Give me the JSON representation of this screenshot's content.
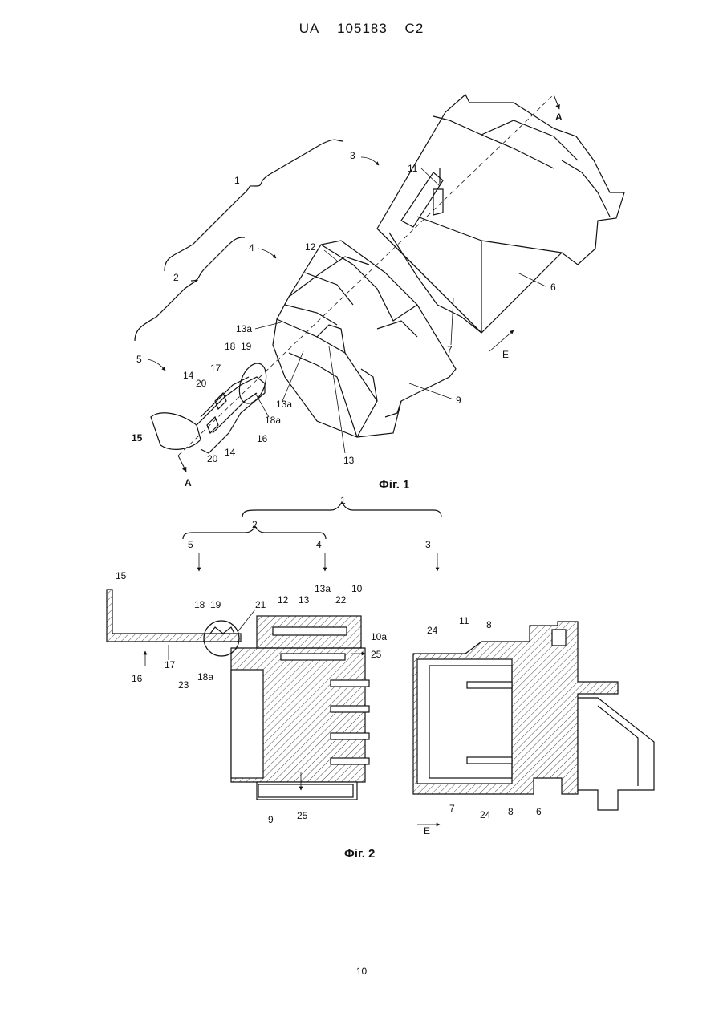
{
  "header": {
    "country": "UA",
    "number": "105183",
    "kind": "C2"
  },
  "figure1": {
    "caption": "Фіг. 1",
    "labels": [
      "1",
      "2",
      "3",
      "4",
      "5",
      "6",
      "7",
      "9",
      "11",
      "12",
      "13",
      "13a",
      "13a",
      "14",
      "14",
      "15",
      "16",
      "17",
      "18",
      "18a",
      "19",
      "20",
      "20",
      "A",
      "A",
      "E"
    ]
  },
  "figure2": {
    "caption": "Фіг. 2",
    "labels": [
      "1",
      "2",
      "3",
      "4",
      "5",
      "15",
      "16",
      "17",
      "18",
      "18a",
      "19",
      "21",
      "23",
      "12",
      "13",
      "13a",
      "10",
      "22",
      "10a",
      "25",
      "25",
      "9",
      "11",
      "8",
      "24",
      "7",
      "24",
      "8",
      "6",
      "E"
    ]
  },
  "page_number": "10"
}
